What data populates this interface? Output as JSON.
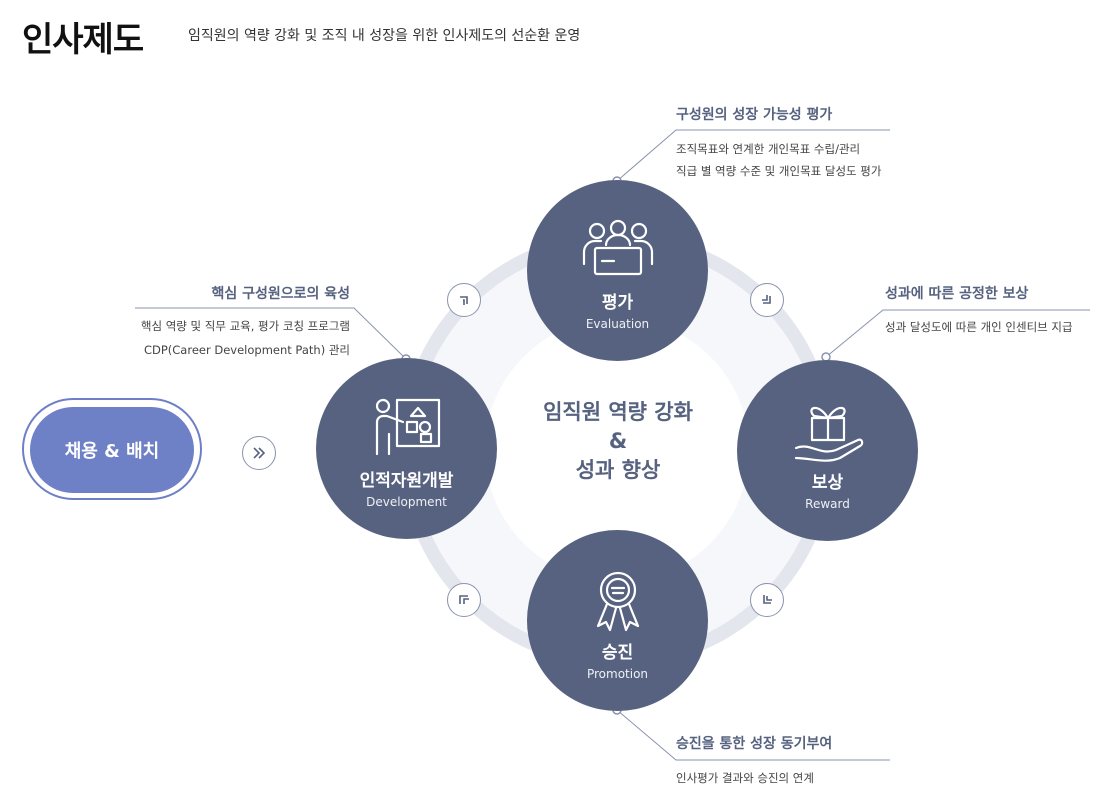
{
  "header": {
    "title": "인사제도",
    "subtitle": "임직원의 역량 강화 및 조직 내 성장을 위한 인사제도의 선순환 운영"
  },
  "center": {
    "line1": "임직원 역량 강화",
    "line2": "&",
    "line3": "성과 향상"
  },
  "hire_button": {
    "label": "채용 & 배치"
  },
  "nodes": {
    "evaluation": {
      "ko": "평가",
      "en": "Evaluation",
      "icon": "team-meeting-icon"
    },
    "reward": {
      "ko": "보상",
      "en": "Reward",
      "icon": "gift-hand-icon"
    },
    "promotion": {
      "ko": "승진",
      "en": "Promotion",
      "icon": "award-ribbon-icon"
    },
    "development": {
      "ko": "인적자원개발",
      "en": "Development",
      "icon": "presentation-icon"
    }
  },
  "callouts": {
    "evaluation": {
      "title": "구성원의 성장 가능성 평가",
      "lines": [
        "조직목표와 연계한 개인목표 수립/관리",
        "직급 별 역량 수준 및 개인목표 달성도 평가"
      ]
    },
    "reward": {
      "title": "성과에 따른 공정한 보상",
      "lines": [
        "성과 달성도에 따른 개인 인센티브 지급"
      ]
    },
    "promotion": {
      "title": "승진을 통한 성장 동기부여",
      "lines": [
        "인사평가 결과와 승진의 연계"
      ]
    },
    "development": {
      "title": "핵심 구성원으로의 육성",
      "lines": [
        "핵심 역량 및 직무 교육, 평가 코칭 프로그램",
        "CDP(Career Development Path) 관리"
      ]
    }
  },
  "colors": {
    "node": "#56627f",
    "accent": "#6e80c6",
    "ring": "#e4e6ee",
    "line": "#8a93ad"
  }
}
